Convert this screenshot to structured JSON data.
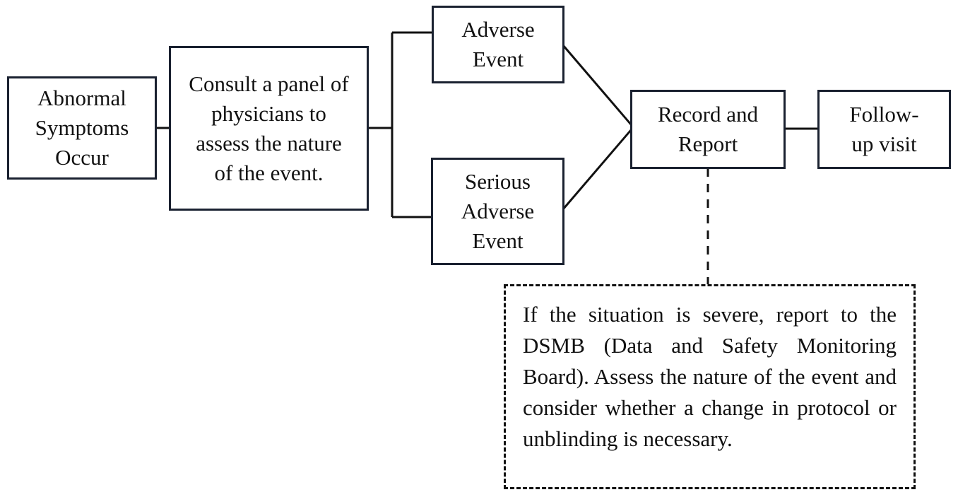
{
  "diagram": {
    "nodes": {
      "abnormal_symptoms": {
        "label": "Abnormal Symptoms Occur"
      },
      "consult_panel": {
        "label": "Consult a panel of physicians to assess the nature of the event."
      },
      "adverse_event": {
        "label": "Adverse Event"
      },
      "serious_adverse_event": {
        "label": "Serious Adverse Event"
      },
      "record_report": {
        "label": "Record and Report"
      },
      "follow_up": {
        "label": "Follow-up visit"
      }
    },
    "note": {
      "text": "If the situation is severe, report to the DSMB (Data and Safety Monitoring Board). Assess the nature of the event and consider whether a change in protocol or unblinding is necessary."
    },
    "edges": [
      {
        "from": "abnormal_symptoms",
        "to": "consult_panel",
        "style": "solid"
      },
      {
        "from": "consult_panel",
        "to": "adverse_event",
        "style": "solid"
      },
      {
        "from": "consult_panel",
        "to": "serious_adverse_event",
        "style": "solid"
      },
      {
        "from": "adverse_event",
        "to": "record_report",
        "style": "solid"
      },
      {
        "from": "serious_adverse_event",
        "to": "record_report",
        "style": "solid"
      },
      {
        "from": "record_report",
        "to": "follow_up",
        "style": "solid"
      },
      {
        "from": "record_report",
        "to": "note",
        "style": "dashed"
      }
    ],
    "colors": {
      "border": "#1a2130",
      "text": "#111111",
      "background": "#ffffff"
    }
  }
}
